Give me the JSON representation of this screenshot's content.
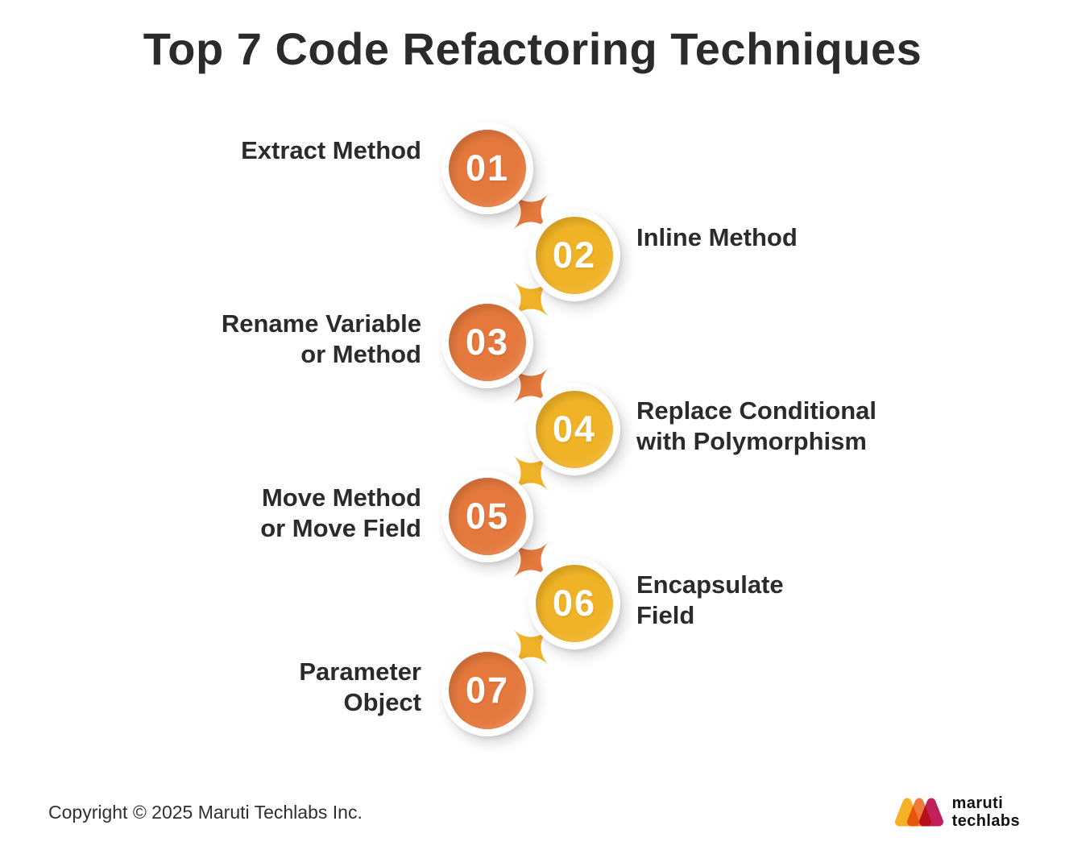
{
  "title": "Top 7 Code Refactoring Techniques",
  "techniques": [
    {
      "number": "01",
      "lines": [
        "Extract Method"
      ],
      "color": "orange"
    },
    {
      "number": "02",
      "lines": [
        "Inline Method"
      ],
      "color": "yellow"
    },
    {
      "number": "03",
      "lines": [
        "Rename Variable",
        "or Method"
      ],
      "color": "orange"
    },
    {
      "number": "04",
      "lines": [
        "Replace Conditional",
        "with Polymorphism"
      ],
      "color": "yellow"
    },
    {
      "number": "05",
      "lines": [
        "Move Method",
        "or Move Field"
      ],
      "color": "orange"
    },
    {
      "number": "06",
      "lines": [
        "Encapsulate",
        "Field"
      ],
      "color": "yellow"
    },
    {
      "number": "07",
      "lines": [
        "Parameter",
        "Object"
      ],
      "color": "orange"
    }
  ],
  "colors": {
    "orange": "#E5793D",
    "yellow": "#F0B327",
    "title_text": "#2B2B2B",
    "label_text": "#2B2B2B",
    "number_text": "#FFFFFF",
    "background": "#FFFFFF",
    "logo_yellow": "#F5B226",
    "logo_orange": "#F0793C",
    "logo_magenta": "#C2205C"
  },
  "footer": {
    "copyright": "Copyright © 2025 Maruti Techlabs Inc.",
    "logo": {
      "line1": "maruti",
      "line2": "techlabs"
    }
  }
}
